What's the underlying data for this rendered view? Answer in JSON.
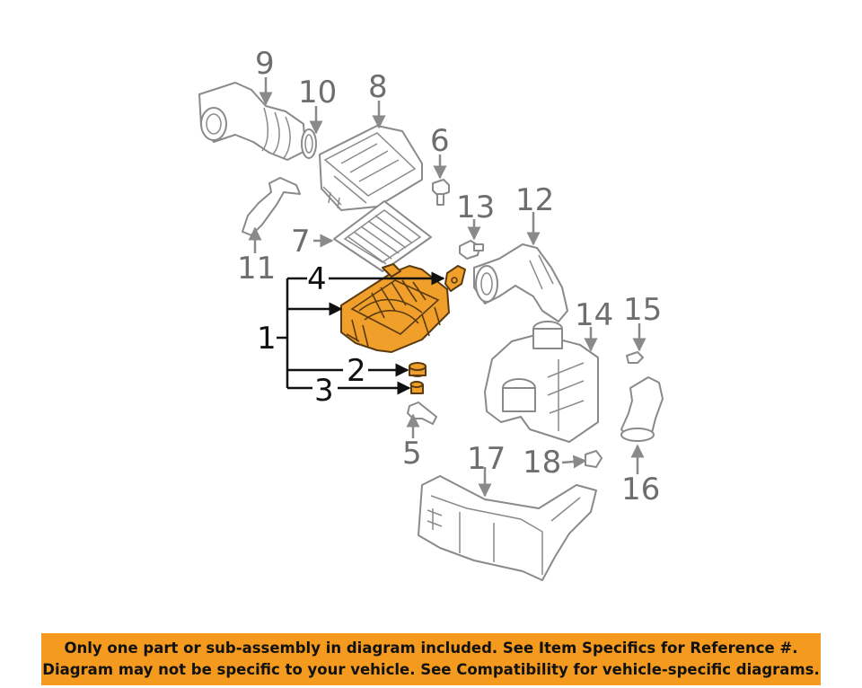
{
  "callouts": {
    "c1": "1",
    "c2": "2",
    "c3": "3",
    "c4": "4",
    "c5": "5",
    "c6": "6",
    "c7": "7",
    "c8": "8",
    "c9": "9",
    "c10": "10",
    "c11": "11",
    "c12": "12",
    "c13": "13",
    "c14": "14",
    "c15": "15",
    "c16": "16",
    "c17": "17",
    "c18": "18"
  },
  "highlight_color": "#f0a02a",
  "banner": {
    "line1": "Only one part or sub-assembly in diagram included. See Item Specifics for Reference #.",
    "line2": "Diagram may not be specific to your vehicle. See Compatibility for vehicle-specific diagrams.",
    "background": "#f39a1f"
  }
}
